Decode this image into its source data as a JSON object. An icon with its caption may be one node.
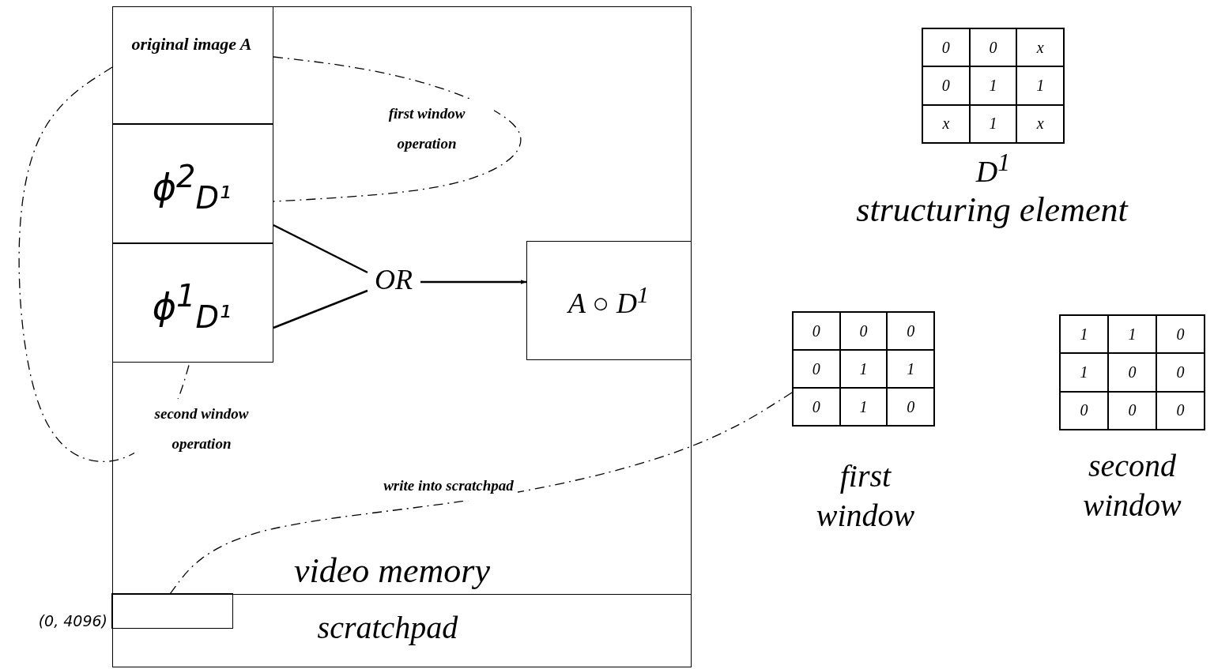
{
  "diagram": {
    "nodes": [
      {
        "text": [
          "video memory"
        ]
      },
      {
        "text": [
          "original image A"
        ],
        "in": 0
      },
      {
        "text": [
          "ϕ$^{2}$$_{D¹}$"
        ],
        "in": 0
      },
      {
        "text": [
          "ϕ$^{1}$$_{D¹}$"
        ],
        "in": 0
      },
      {
        "text": [
          "OR"
        ],
        "in": 0
      },
      {
        "text": [
          "A ○ D$^{1}$"
        ],
        "in": 0
      },
      {
        "text": [
          "scratchpad"
        ],
        "in": 0
      },
      {
        "text": [],
        "shape": "box",
        "in": 6,
        "beside": [
          "(0, 4096)"
        ]
      },
      {
        "text": [
          "0",
          "0",
          "x",
          "0",
          "1",
          "1",
          "x",
          "1",
          "x"
        ],
        "beside": [
          "D$^{1}$",
          "structuring element"
        ]
      },
      {
        "text": [
          "0",
          "0",
          "0",
          "0",
          "1",
          "1",
          "0",
          "1",
          "0"
        ],
        "beside": [
          "first window"
        ]
      },
      {
        "text": [
          "1",
          "1",
          "0",
          "1",
          "0",
          "0",
          "0",
          "0",
          "0"
        ],
        "beside": [
          "second window"
        ]
      }
    ],
    "edges": [
      {
        "from": 2,
        "to": 4,
        "arrow": "none"
      },
      {
        "from": 3,
        "to": 4,
        "arrow": "none"
      },
      {
        "from": 4,
        "to": 5,
        "arrow": "to"
      },
      {
        "from": 1,
        "to": 2,
        "arrow": "none",
        "label": "first window operation",
        "style": "dashed"
      },
      {
        "from": 1,
        "to": 3,
        "arrow": "none",
        "label": "second window operation",
        "style": "dashed"
      },
      {
        "from": 9,
        "to": 7,
        "arrow": "none",
        "label": "write into scratchpad",
        "style": "dashed"
      }
    ]
  }
}
